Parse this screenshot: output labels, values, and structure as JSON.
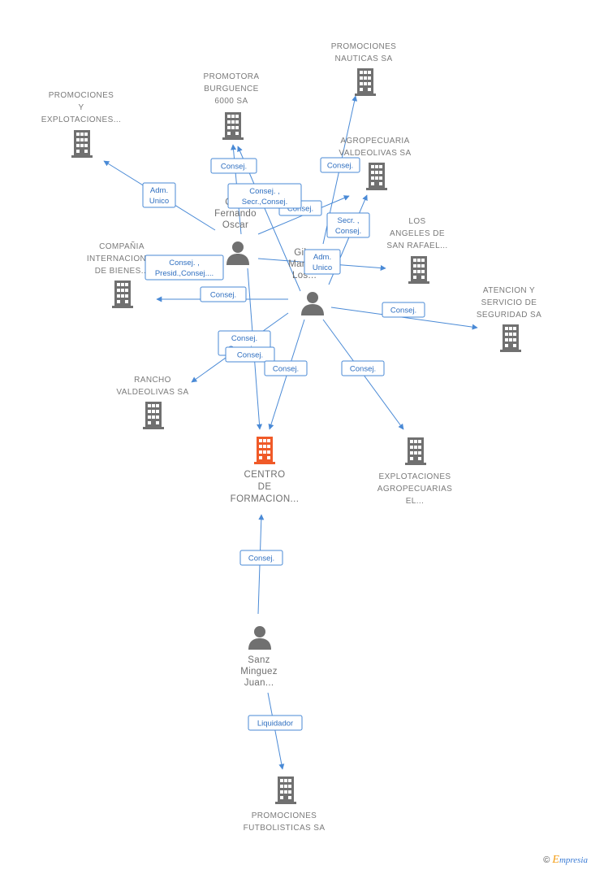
{
  "colors": {
    "edge": "#4a8ad6",
    "building": "#707070",
    "building_focus": "#f05a28",
    "person": "#707070"
  },
  "nodes": [
    {
      "id": "centro",
      "type": "building-focus",
      "lines": [
        "CENTRO",
        "DE",
        "FORMACION..."
      ]
    },
    {
      "id": "promociones_nauticas",
      "type": "building",
      "lines": [
        "PROMOCIONES",
        "NAUTICAS SA"
      ]
    },
    {
      "id": "promotora_burguence",
      "type": "building",
      "lines": [
        "PROMOTORA",
        "BURGUENCE",
        "6000 SA"
      ]
    },
    {
      "id": "promociones_explotaciones",
      "type": "building",
      "lines": [
        "PROMOCIONES",
        "Y",
        "EXPLOTACIONES..."
      ]
    },
    {
      "id": "agropecuaria_valdeolivas",
      "type": "building",
      "lines": [
        "AGROPECUARIA",
        "VALDEOLIVAS SA"
      ]
    },
    {
      "id": "los_angeles",
      "type": "building",
      "lines": [
        "LOS",
        "ANGELES DE",
        "SAN RAFAEL..."
      ]
    },
    {
      "id": "compania_internacional",
      "type": "building",
      "lines": [
        "COMPAÑIA",
        "INTERNACIONAL",
        "DE BIENES..."
      ]
    },
    {
      "id": "atencion_servicio",
      "type": "building",
      "lines": [
        "ATENCION Y",
        "SERVICIO DE",
        "SEGURIDAD SA"
      ]
    },
    {
      "id": "rancho_valdeolivas",
      "type": "building",
      "lines": [
        "RANCHO",
        "VALDEOLIVAS SA"
      ]
    },
    {
      "id": "explotaciones_agropecuarias",
      "type": "building",
      "lines": [
        "EXPLOTACIONES",
        "AGROPECUARIAS",
        "EL..."
      ]
    },
    {
      "id": "promociones_futbolisticas",
      "type": "building",
      "lines": [
        "PROMOCIONES",
        "FUTBOLISTICAS SA"
      ]
    },
    {
      "id": "gil_fernando",
      "type": "person",
      "lines": [
        "Gil...",
        "Fernando",
        "Oscar"
      ]
    },
    {
      "id": "gil_manuel",
      "type": "person",
      "lines": [
        "Gil...",
        "Manuel",
        "Los..."
      ]
    },
    {
      "id": "sanz_minguez",
      "type": "person",
      "lines": [
        "Sanz",
        "Minguez",
        "Juan..."
      ]
    }
  ],
  "edges": [
    {
      "from": "gil_fernando",
      "to": "promociones_explotaciones",
      "lines": [
        "Adm.",
        "Unico"
      ]
    },
    {
      "from": "gil_fernando",
      "to": "promotora_burguence",
      "lines": [
        "Consej."
      ]
    },
    {
      "from": "gil_fernando",
      "to": "agropecuaria_valdeolivas",
      "lines": [
        "Consej."
      ]
    },
    {
      "from": "gil_fernando",
      "to": "centro",
      "lines": [
        "Consej.",
        "Consej...."
      ]
    },
    {
      "from": "gil_fernando",
      "to": "los_angeles",
      "lines": [
        "Adm.",
        "Unico"
      ]
    },
    {
      "from": "gil_manuel",
      "to": "promotora_burguence",
      "lines": [
        "Consej. ,",
        "Secr.,Consej."
      ]
    },
    {
      "from": "gil_manuel",
      "to": "promociones_nauticas",
      "lines": [
        "Consej."
      ]
    },
    {
      "from": "gil_manuel",
      "to": "agropecuaria_valdeolivas",
      "lines": [
        "Secr. ,",
        "Consej."
      ]
    },
    {
      "from": "gil_manuel",
      "to": "compania_internacional",
      "lines": [
        "Consej."
      ]
    },
    {
      "from": "gil_fernando",
      "to": "compania_internacional",
      "lines": [
        "Consej. ,",
        "Presid.,Consej...."
      ]
    },
    {
      "from": "gil_manuel",
      "to": "atencion_servicio",
      "lines": [
        "Consej."
      ]
    },
    {
      "from": "gil_manuel",
      "to": "rancho_valdeolivas",
      "lines": [
        "Consej."
      ]
    },
    {
      "from": "gil_manuel",
      "to": "centro",
      "lines": [
        "Consej."
      ]
    },
    {
      "from": "gil_manuel",
      "to": "explotaciones_agropecuarias",
      "lines": [
        "Consej."
      ]
    },
    {
      "from": "sanz_minguez",
      "to": "centro",
      "lines": [
        "Consej."
      ]
    },
    {
      "from": "sanz_minguez",
      "to": "promociones_futbolisticas",
      "lines": [
        "Liquidador"
      ]
    }
  ],
  "brand": {
    "copyright": "©",
    "initial": "E",
    "rest": "mpresia"
  }
}
